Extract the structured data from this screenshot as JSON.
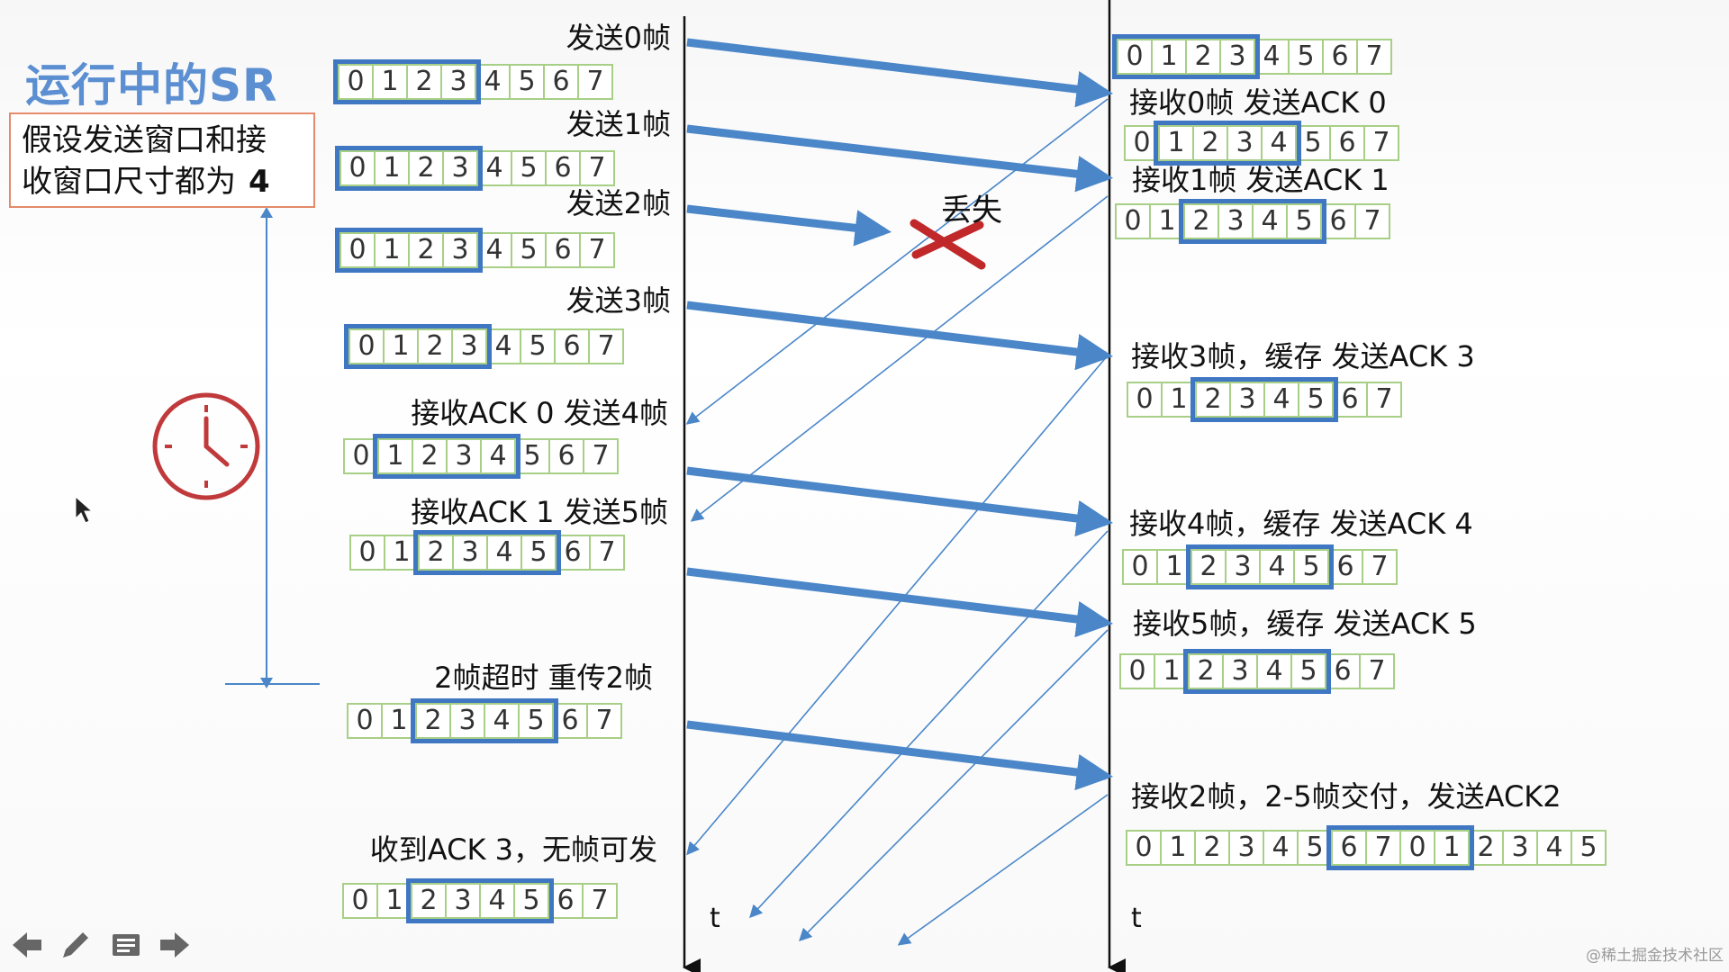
{
  "title": "运行中的SR",
  "note": {
    "text": "假设发送窗口和接\n收窗口尺寸都为",
    "value": "4"
  },
  "lost_label": "丢失",
  "timeline_label": "t",
  "watermark": "@稀土掘金技术社区",
  "colors": {
    "arrow": "#4a86c8",
    "window": "#3f77c3",
    "cell_border": "#a8cf86",
    "cross": "#c0282a",
    "clock": "#c0393b"
  },
  "icons": [
    "clock-icon",
    "cursor-icon",
    "prev-arrow-icon",
    "pen-icon",
    "menu-icon",
    "next-arrow-icon"
  ],
  "sender": {
    "rows": [
      {
        "label": "发送0帧",
        "cells": [
          "0",
          "1",
          "2",
          "3",
          "4",
          "5",
          "6",
          "7"
        ],
        "window": [
          0,
          3
        ]
      },
      {
        "label": "发送1帧",
        "cells": [
          "0",
          "1",
          "2",
          "3",
          "4",
          "5",
          "6",
          "7"
        ],
        "window": [
          0,
          3
        ]
      },
      {
        "label": "发送2帧",
        "cells": [
          "0",
          "1",
          "2",
          "3",
          "4",
          "5",
          "6",
          "7"
        ],
        "window": [
          0,
          3
        ]
      },
      {
        "label": "发送3帧",
        "cells": [
          "0",
          "1",
          "2",
          "3",
          "4",
          "5",
          "6",
          "7"
        ],
        "window": [
          0,
          3
        ]
      },
      {
        "label": "接收ACK 0  发送4帧",
        "cells": [
          "0",
          "1",
          "2",
          "3",
          "4",
          "5",
          "6",
          "7"
        ],
        "window": [
          1,
          4
        ]
      },
      {
        "label": "接收ACK 1  发送5帧",
        "cells": [
          "0",
          "1",
          "2",
          "3",
          "4",
          "5",
          "6",
          "7"
        ],
        "window": [
          2,
          5
        ]
      },
      {
        "label": "2帧超时   重传2帧",
        "cells": [
          "0",
          "1",
          "2",
          "3",
          "4",
          "5",
          "6",
          "7"
        ],
        "window": [
          2,
          5
        ]
      },
      {
        "label": "收到ACK 3，无帧可发",
        "cells": [
          "0",
          "1",
          "2",
          "3",
          "4",
          "5",
          "6",
          "7"
        ],
        "window": [
          2,
          5
        ]
      }
    ]
  },
  "receiver": {
    "rows": [
      {
        "label": "",
        "cells": [
          "0",
          "1",
          "2",
          "3",
          "4",
          "5",
          "6",
          "7"
        ],
        "window": [
          0,
          3
        ]
      },
      {
        "label": "接收0帧 发送ACK 0",
        "cells": [
          "0",
          "1",
          "2",
          "3",
          "4",
          "5",
          "6",
          "7"
        ],
        "window": [
          1,
          4
        ]
      },
      {
        "label": "接收1帧 发送ACK 1",
        "cells": [
          "0",
          "1",
          "2",
          "3",
          "4",
          "5",
          "6",
          "7"
        ],
        "window": [
          2,
          5
        ]
      },
      {
        "label": "接收3帧，缓存  发送ACK 3",
        "cells": [
          "0",
          "1",
          "2",
          "3",
          "4",
          "5",
          "6",
          "7"
        ],
        "window": [
          2,
          5
        ]
      },
      {
        "label": "接收4帧，缓存  发送ACK 4",
        "cells": [
          "0",
          "1",
          "2",
          "3",
          "4",
          "5",
          "6",
          "7"
        ],
        "window": [
          2,
          5
        ]
      },
      {
        "label": "接收5帧，缓存  发送ACK 5",
        "cells": [
          "0",
          "1",
          "2",
          "3",
          "4",
          "5",
          "6",
          "7"
        ],
        "window": [
          2,
          5
        ]
      },
      {
        "label": "接收2帧，2-5帧交付，发送ACK2",
        "cells": [
          "0",
          "1",
          "2",
          "3",
          "4",
          "5",
          "6",
          "7",
          "0",
          "1",
          "2",
          "3",
          "4",
          "5"
        ],
        "window": [
          6,
          9
        ]
      }
    ]
  }
}
